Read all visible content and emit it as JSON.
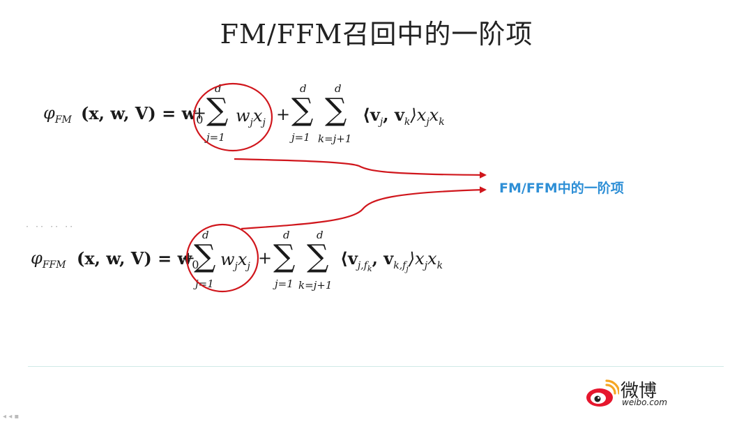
{
  "slide": {
    "title": "FM/FFM召回中的一阶项",
    "callout_label": "FM/FFM中的一阶项"
  },
  "formula_fm": {
    "lhs": "φ",
    "lhs_sub": "FM",
    "args": "(x, w, V) = w",
    "w0_sub": "0",
    "plus1": "+",
    "sum1_upper": "d",
    "sum1_lower": "j=1",
    "term1": "w",
    "term1_sub": "j",
    "term1_x": "x",
    "term1_x_sub": "j",
    "plus2": "+",
    "sum2_upper": "d",
    "sum2_lower": "j=1",
    "sum3_upper": "d",
    "sum3_lower": "k=j+1",
    "inner": "⟨v",
    "inner_sub1": "j",
    "inner_mid": ", v",
    "inner_sub2": "k",
    "inner_end": "⟩x",
    "tail_sub1": "j",
    "tail_x": "x",
    "tail_sub2": "k"
  },
  "formula_ffm": {
    "lhs": "φ",
    "lhs_sub": "FFM",
    "args": "(x, w, V) = w",
    "w0_sub": "0",
    "plus1": "+",
    "sum1_upper": "d",
    "sum1_lower": "j=1",
    "term1": "w",
    "term1_sub": "j",
    "term1_x": "x",
    "term1_x_sub": "j",
    "plus2": "+",
    "sum2_upper": "d",
    "sum2_lower": "j=1",
    "sum3_upper": "d",
    "sum3_lower": "k=j+1",
    "inner": "⟨v",
    "inner_sub1": "j,f",
    "inner_sub1b": "k",
    "inner_mid": ", v",
    "inner_sub2": "k,f",
    "inner_sub2b": "j",
    "inner_end": "⟩x",
    "tail_sub1": "j",
    "tail_x": "x",
    "tail_sub2": "k"
  },
  "watermark": {
    "brand": "微博",
    "domain": "weibo.com",
    "logo_icon": "weibo-eye-icon"
  },
  "colors": {
    "annotation_red": "#d0161c",
    "label_blue": "#2e8fd6",
    "divider": "#cfe9e6"
  }
}
